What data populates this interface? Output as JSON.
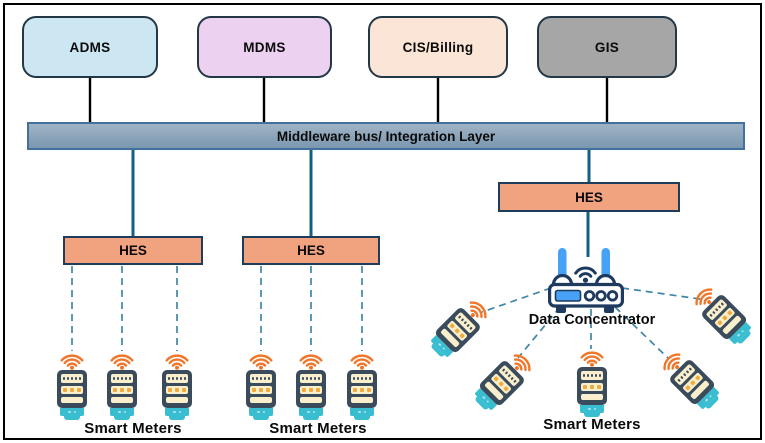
{
  "systems": [
    {
      "label": "ADMS",
      "fill": "#cde7f2"
    },
    {
      "label": "MDMS",
      "fill": "#ecd2f0"
    },
    {
      "label": "CIS/Billing",
      "fill": "#fbe5d6"
    },
    {
      "label": "GIS",
      "fill": "#a6a6a6"
    }
  ],
  "bus": {
    "label": "Middleware bus/ Integration Layer",
    "fill": "#8aa2b6",
    "border": "#41719c"
  },
  "hes_boxes": [
    {
      "label": "HES"
    },
    {
      "label": "HES"
    },
    {
      "label": "HES"
    }
  ],
  "meter_groups": [
    {
      "label": "Smart Meters",
      "meter_count": 3
    },
    {
      "label": "Smart Meters",
      "meter_count": 3
    },
    {
      "label": "Smart Meters",
      "meter_count": 5
    }
  ],
  "concentrator": {
    "label": "Data Concentrator"
  },
  "icons": {
    "smart_meter": "smart-meter-icon",
    "wifi": "wifi-icon",
    "router": "router-icon",
    "antenna": "antenna-icon"
  },
  "palette": {
    "box_border": "#243746",
    "hes_fill": "#f1a27e",
    "hes_border": "#1e3c5c",
    "bus_gradient_top": "#a0b3c5",
    "bus_gradient_bottom": "#7b97b0",
    "line_black": "#000000",
    "line_teal": "#156082",
    "line_dashed": "#3f86a8",
    "wifi_orange": "#f0772a",
    "meter_body": "#3a4b5c",
    "meter_screen": "#f9efcd",
    "meter_amber": "#f3a93c",
    "meter_teal": "#38bdd1",
    "router_navy": "#1e3a5f",
    "router_blue": "#47a1f5"
  }
}
